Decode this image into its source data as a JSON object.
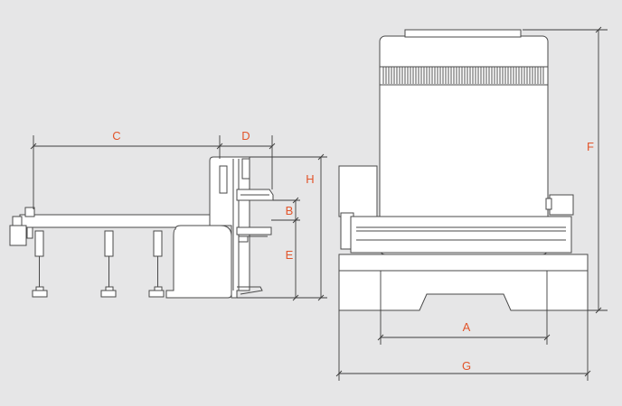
{
  "labels": {
    "A": "A",
    "B": "B",
    "C": "C",
    "D": "D",
    "E": "E",
    "F": "F",
    "G": "G",
    "H": "H"
  },
  "colors": {
    "background": "#e6e6e7",
    "machine_fill": "#ffffff",
    "line": "#4a4a4a",
    "label": "#e2552b"
  }
}
